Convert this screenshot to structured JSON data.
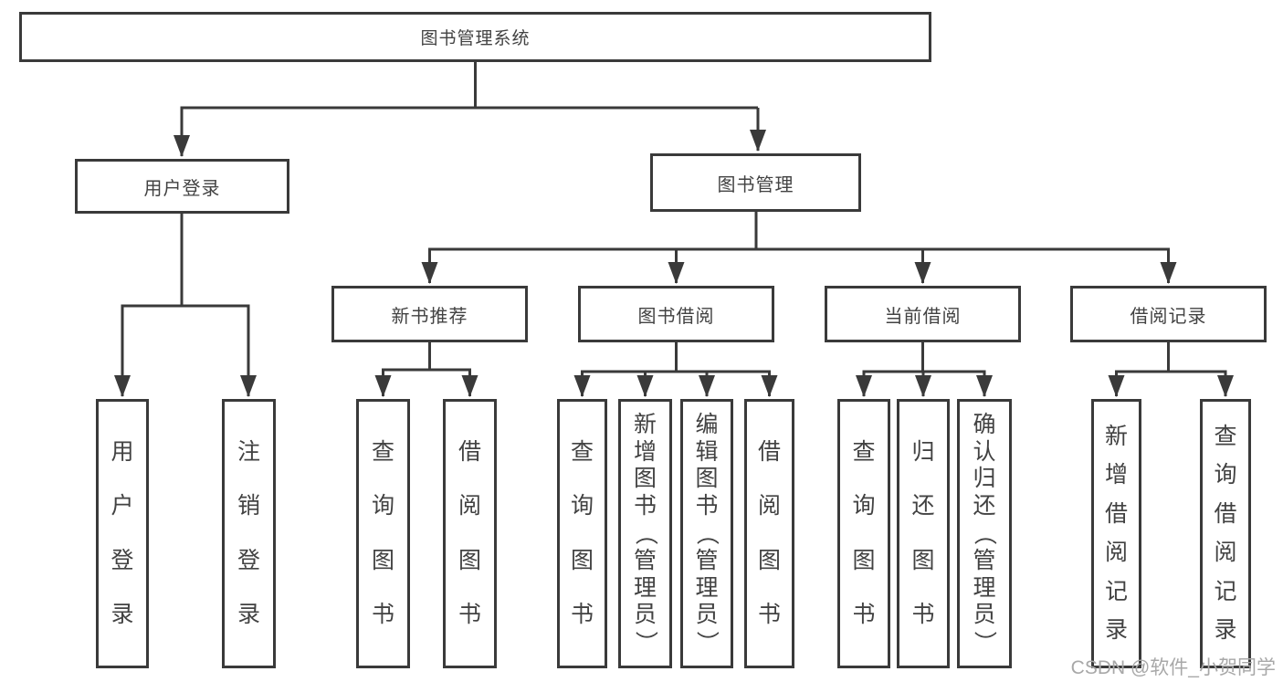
{
  "tree": {
    "root": {
      "label": "图书管理系统"
    },
    "branches": [
      {
        "label": "用户登录",
        "children": [
          {
            "label": "用户登录"
          },
          {
            "label": "注销登录"
          }
        ]
      },
      {
        "label": "图书管理",
        "children": [
          {
            "label": "新书推荐",
            "children": [
              {
                "label": "查询图书"
              },
              {
                "label": "借阅图书"
              }
            ]
          },
          {
            "label": "图书借阅",
            "children": [
              {
                "label": "查询图书"
              },
              {
                "label": "新增图书（管理员）"
              },
              {
                "label": "编辑图书（管理员）"
              },
              {
                "label": "借阅图书"
              }
            ]
          },
          {
            "label": "当前借阅",
            "children": [
              {
                "label": "查询图书"
              },
              {
                "label": "归还图书"
              },
              {
                "label": "确认归还（管理员）"
              }
            ]
          },
          {
            "label": "借阅记录",
            "children": [
              {
                "label": "新增借阅记录"
              },
              {
                "label": "查询借阅记录"
              }
            ]
          }
        ]
      }
    ]
  },
  "watermark": {
    "text": "CSDN @软件_小贺同学"
  },
  "colors": {
    "line": "#3a3a3a",
    "text": "#424242",
    "watermark": "#a8a8a8",
    "background": "#ffffff"
  }
}
